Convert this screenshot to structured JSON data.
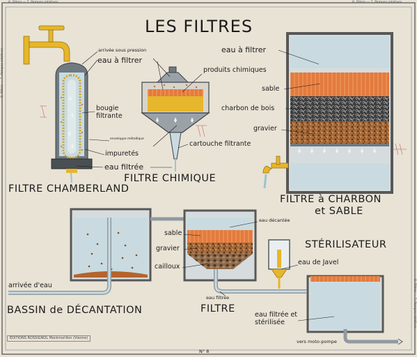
{
  "poster": {
    "title": "LES FILTRES",
    "plate_number": "N° 8",
    "publisher": "EDITIONS ROSSIGNOL",
    "publisher_sub": "Montmorillon (Vienne)",
    "margin_notes": [
      "8. Filtres — 7. Pompes rotatives",
      "8. Filtres — 7. Pompes rotatives",
      "8. Filtres — 7. Pompes rotatives",
      "8. Filtres — 7. Pompes rotatives"
    ]
  },
  "chamberland": {
    "caption": "FILTRE CHAMBERLAND",
    "labels": {
      "pressure": "arrivée sous pression",
      "water_in": "eau à filtrer",
      "candle": "bougie\nfiltrante",
      "casing": "enveloppe métallique",
      "impurities": "impuretés",
      "water_out": "eau filtrée"
    }
  },
  "chimique": {
    "caption": "FILTRE CHIMIQUE",
    "labels": {
      "products": "produits chimiques",
      "cartridge": "cartouche filtrante"
    }
  },
  "charbon": {
    "caption_1": "FILTRE à CHARBON",
    "caption_2": "et SABLE",
    "labels": {
      "water_in": "eau à filtrer",
      "sand": "sable",
      "charcoal": "charbon de bois",
      "gravel": "gravier"
    }
  },
  "bassin": {
    "caption": "BASSIN de DÉCANTATION",
    "labels": {
      "inlet": "arrivée d'eau"
    }
  },
  "filtre": {
    "caption": "FILTRE",
    "labels": {
      "decanted": "eau décantée",
      "sand": "sable",
      "gravel": "gravier",
      "pebbles": "cailloux",
      "filtered": "eau filtrée"
    }
  },
  "sterilisateur": {
    "caption": "STÉRILISATEUR",
    "labels": {
      "javel": "eau de Javel",
      "sterilized": "eau filtrée et\nstérilisée",
      "pump": "vers moto-pompe"
    }
  },
  "colors": {
    "background": "#e9e3d6",
    "frame": "#585858",
    "water": "#c9dbe0",
    "sand": "#e07a3f",
    "brass": "#e6b62c",
    "charcoal": "#3a3a3a",
    "gravel": "#a86c3a"
  }
}
